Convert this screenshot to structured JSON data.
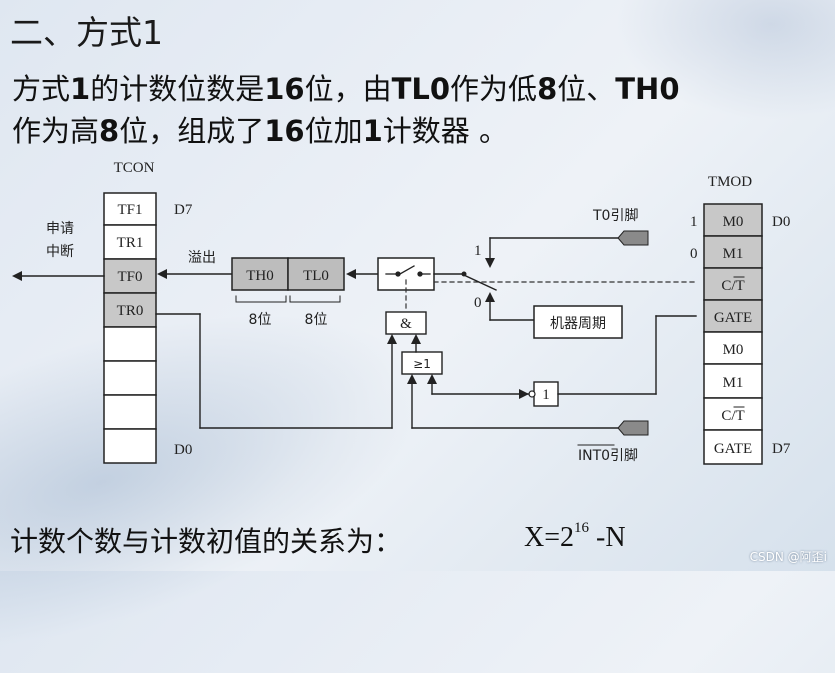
{
  "heading": "二、方式1",
  "paragraph": {
    "line1": [
      "方式",
      "1",
      "的计数位数是",
      "16",
      "位，由",
      "TL0",
      "作为低",
      "8",
      "位、",
      "TH0"
    ],
    "line2": [
      "作为高",
      "8",
      "位，组成了",
      "16",
      "位加",
      "1",
      "计数器 。"
    ]
  },
  "diagram": {
    "tcon_title": "TCON",
    "tcon_cells": [
      "TF1",
      "TR1",
      "TF0",
      "TR0",
      "",
      "",
      "",
      ""
    ],
    "tcon_d7": "D7",
    "tcon_d0": "D0",
    "interrupt_line1": "申请",
    "interrupt_line2": "中断",
    "overflow": "溢出",
    "th0": "TH0",
    "tl0": "TL0",
    "bits_th0": "8位",
    "bits_tl0": "8位",
    "tmod_title": "TMOD",
    "tmod_cells": [
      "M0",
      "M1",
      "C/T",
      "GATE",
      "M0",
      "M1",
      "C/T",
      "GATE"
    ],
    "tmod_d0": "D0",
    "tmod_d7": "D7",
    "one": "1",
    "zero": "0",
    "sel_one": "1",
    "sel_zero": "0",
    "t0_pin": "T0引脚",
    "machine_cycle": "机器周期",
    "and_gate": "&",
    "or_gate": "≥1",
    "not_gate": "1",
    "int0_pin": "INT0引脚"
  },
  "formula": {
    "text": "计数个数与计数初值的关系为：",
    "eq_left": "X=2",
    "eq_exp": "16",
    "eq_right": " -N"
  },
  "watermark": "CSDN @阿歪i"
}
